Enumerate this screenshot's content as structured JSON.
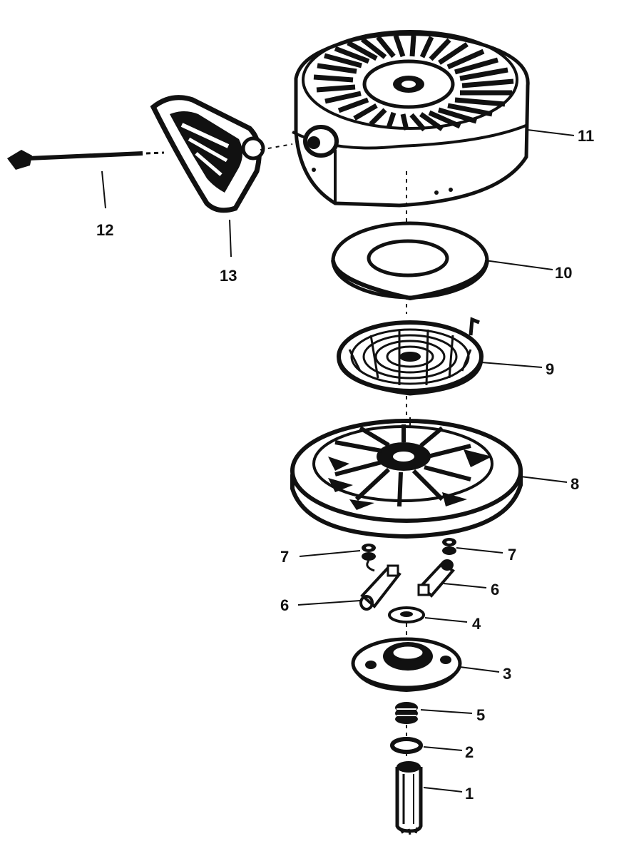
{
  "diagram": {
    "callouts": {
      "p1": "1",
      "p2": "2",
      "p3": "3",
      "p4": "4",
      "p5": "5",
      "p6a": "6",
      "p6b": "6",
      "p7a": "7",
      "p7b": "7",
      "p8": "8",
      "p9": "9",
      "p10": "10",
      "p11": "11",
      "p12": "12",
      "p13": "13"
    },
    "colors": {
      "ink": "#111111",
      "paper": "#ffffff"
    }
  }
}
